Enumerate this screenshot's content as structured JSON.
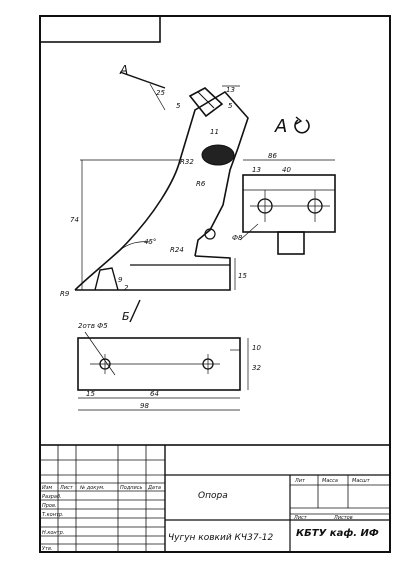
{
  "view_label": "А",
  "section_arrow_label": "А",
  "section_arrow_label_b": "Б",
  "dimensions": {
    "d25": "25",
    "d13": "13",
    "d5a": "5",
    "d5b": "5",
    "d11": "11",
    "r32": "R32",
    "r6": "R6",
    "d74": "74",
    "r24": "R24",
    "d45": "45°",
    "d8": "Ф8",
    "d15": "15",
    "r9": "R9",
    "d9": "9",
    "d2": "2",
    "d85": "Ф5",
    "d86": "86",
    "d13b": "13",
    "d40": "40",
    "holes": "2отв Ф5",
    "d10": "10",
    "d32": "32",
    "d15b": "15",
    "d64": "64",
    "d98": "98"
  },
  "title_block": {
    "part_name": "Опора",
    "material": "Чугун ковкий КЧ37-12",
    "organization": "КБТУ каф. ИФ",
    "col_lit": "Лит",
    "col_mass": "Масса",
    "col_scale": "Масшт",
    "col_sheet": "Лист",
    "col_sheets": "Листов",
    "row_labels": [
      "Изм",
      "Лист",
      "№ докум.",
      "Подпись",
      "Дата"
    ],
    "roles": [
      "Разраб.",
      "Пров.",
      "Т.контр.",
      "Н.контр.",
      "Утв."
    ]
  }
}
